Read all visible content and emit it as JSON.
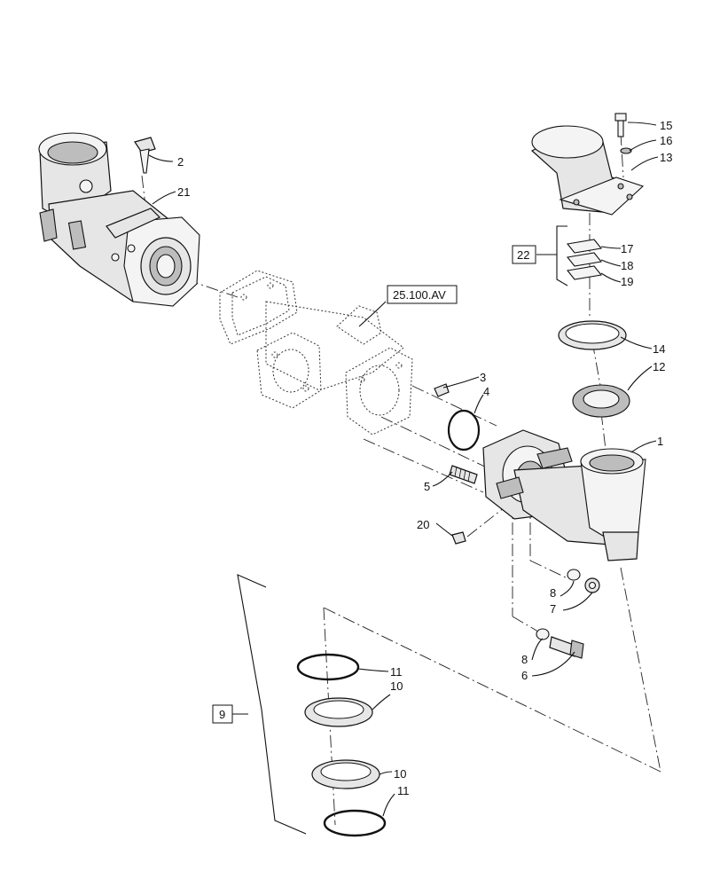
{
  "diagram": {
    "reference_label": "25.100.AV",
    "group_labels": [
      "22",
      "9"
    ],
    "callouts": [
      "1",
      "2",
      "3",
      "4",
      "5",
      "6",
      "7",
      "8",
      "8",
      "10",
      "10",
      "11",
      "11",
      "12",
      "13",
      "14",
      "15",
      "16",
      "17",
      "18",
      "19",
      "20",
      "21"
    ]
  }
}
